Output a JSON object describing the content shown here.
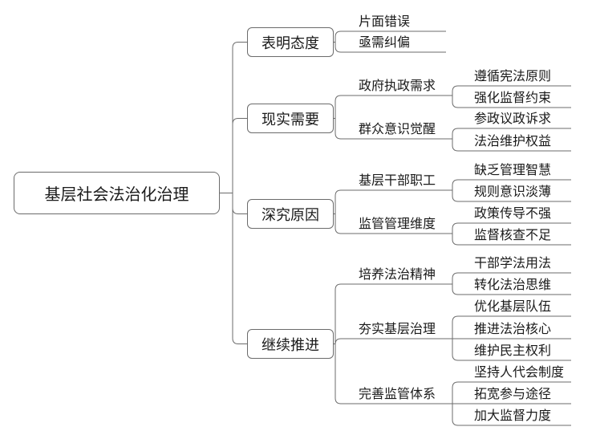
{
  "root": "基层社会法治化治理",
  "branches": [
    {
      "label": "表明态度",
      "children": [
        {
          "label": "片面错误",
          "children": []
        },
        {
          "label": "亟需纠偏",
          "children": []
        }
      ]
    },
    {
      "label": "现实需要",
      "children": [
        {
          "label": "政府执政需求",
          "children": [
            "遵循宪法原则",
            "强化监督约束"
          ]
        },
        {
          "label": "群众意识觉醒",
          "children": [
            "参政议政诉求",
            "法治维护权益"
          ]
        }
      ]
    },
    {
      "label": "深究原因",
      "children": [
        {
          "label": "基层干部职工",
          "children": [
            "缺乏管理智慧",
            "规则意识淡薄"
          ]
        },
        {
          "label": "监管管理维度",
          "children": [
            "政策传导不强",
            "监督核查不足"
          ]
        }
      ]
    },
    {
      "label": "继续推进",
      "children": [
        {
          "label": "培养法治精神",
          "children": [
            "干部学法用法",
            "转化法治思维"
          ]
        },
        {
          "label": "夯实基层治理",
          "children": [
            "优化基层队伍",
            "推进法治核心",
            "维护民主权利"
          ]
        },
        {
          "label": "完善监管体系",
          "children": [
            "坚持人代会制度",
            "拓宽参与途径",
            "加大监督力度"
          ]
        }
      ]
    }
  ]
}
